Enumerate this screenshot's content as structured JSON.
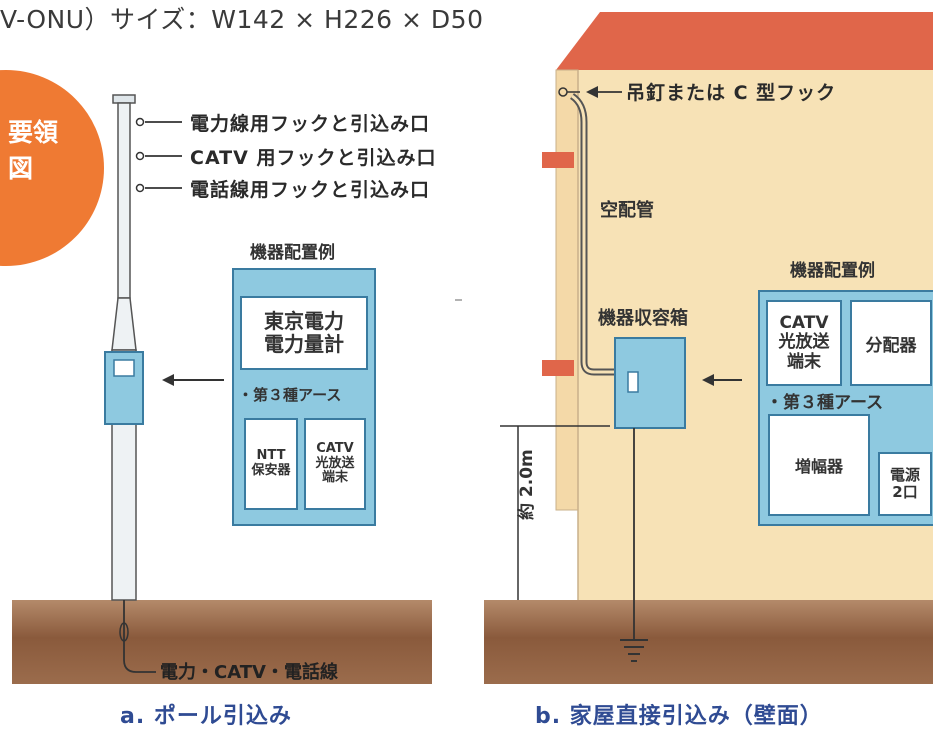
{
  "header": {
    "title": "V-ONU）サイズ：W142 × H226 × D50"
  },
  "badge": {
    "line1": "要領",
    "line2": "図"
  },
  "pole": {
    "callouts": [
      "電力線用フックと引込み口",
      "CATV 用フックと引込み口",
      "電話線用フックと引込み口"
    ],
    "equipment_title": "機器配置例",
    "meter_box": "東京電力\n電力量計",
    "earth_label": "・第３種アース",
    "ntt_box": "NTT\n保安器",
    "catv_box": "CATV\n光放送\n端末",
    "cable_label": "電力・CATV・電話線",
    "caption": "a.  ポール引込み"
  },
  "house": {
    "hook_label": "吊釘または C 型フック",
    "conduit_label": "空配管",
    "cabinet_label": "機器収容箱",
    "height_label": "約 2.0m",
    "equipment_title": "機器配置例",
    "catv_box": "CATV\n光放送\n端末",
    "splitter_box": "分配器",
    "earth_label": "・第３種アース",
    "amp_box": "増幅器",
    "power_box": "電源\n2口",
    "caption": "b.  家屋直接引込み（壁面）"
  },
  "colors": {
    "ground": "#8a5a3c",
    "wall": "#f7e2b6",
    "roof": "#e0664a",
    "panel": "#8ec9e0",
    "badge": "#ef7a33",
    "caption": "#2f4b93"
  }
}
